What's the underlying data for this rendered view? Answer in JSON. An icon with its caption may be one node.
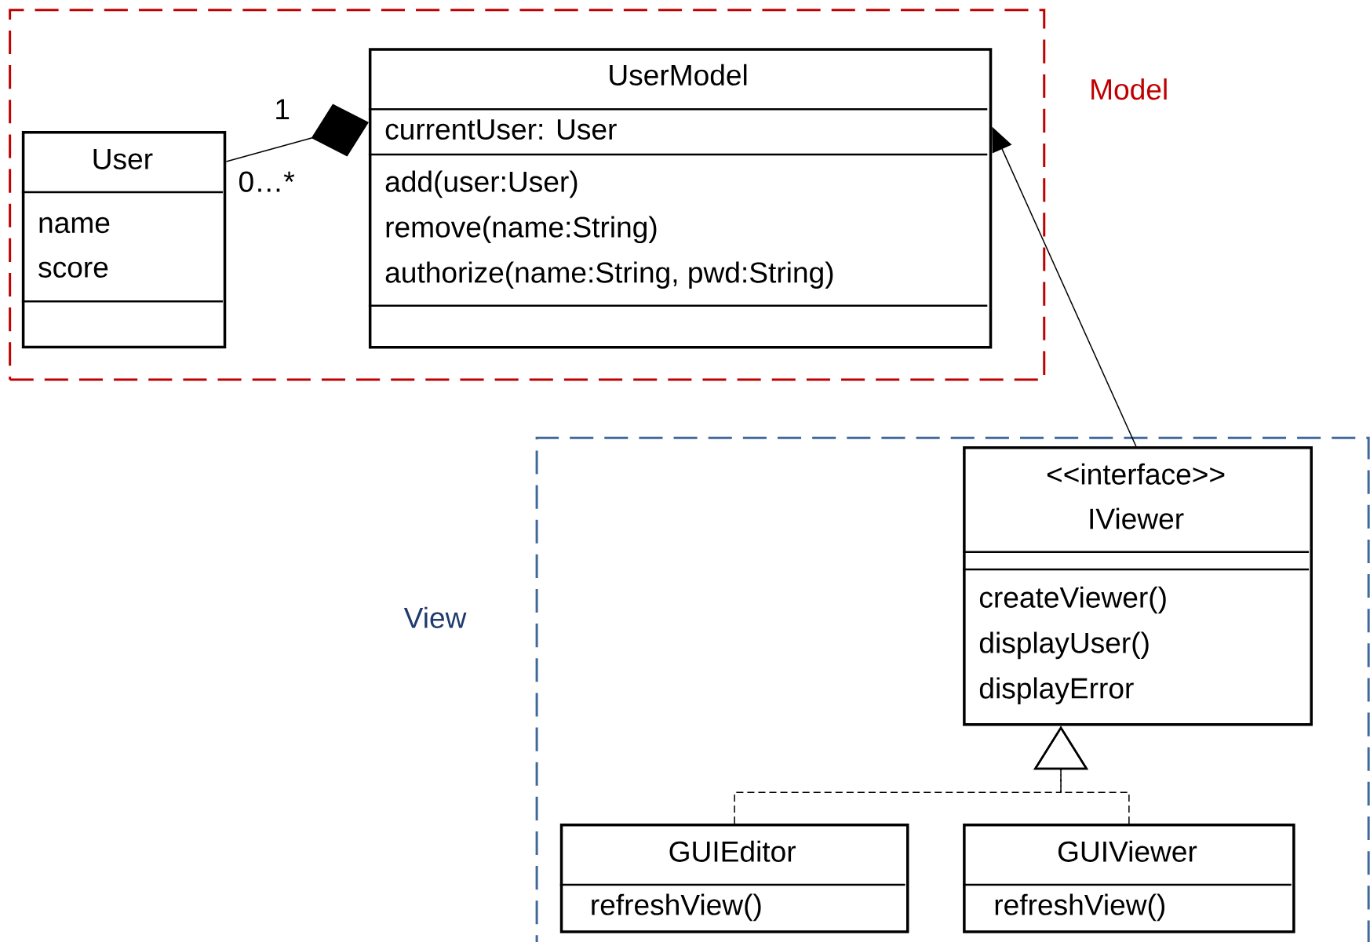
{
  "diagram": {
    "nodes": [
      {
        "text": [
          "Model"
        ]
      },
      {
        "text": [
          "User",
          "name",
          "score"
        ],
        "in": 0
      },
      {
        "text": [
          "UserModel",
          "currentUser: User",
          "add(user:User)",
          "remove(name:String)",
          "authorize(name:String, pwd:String)"
        ],
        "in": 0
      },
      {
        "text": [
          "View"
        ]
      },
      {
        "text": [
          "<<interface>>",
          "IViewer",
          "createViewer()",
          "displayUser()",
          "displayError"
        ],
        "in": 3
      },
      {
        "text": [
          "GUIEditor",
          "refreshView()"
        ],
        "in": 3
      },
      {
        "text": [
          "GUIViewer",
          "refreshView()"
        ],
        "in": 3
      }
    ],
    "edges": [
      {
        "from": 1,
        "to": 2,
        "arrow": "other"
      },
      {
        "from": 4,
        "to": 2,
        "arrow": "to"
      },
      {
        "from": 5,
        "to": 4,
        "arrow": "to",
        "style": "dashed"
      },
      {
        "from": 6,
        "to": 4,
        "arrow": "to",
        "style": "dashed"
      }
    ],
    "labels": [
      "1",
      "0…*"
    ]
  }
}
